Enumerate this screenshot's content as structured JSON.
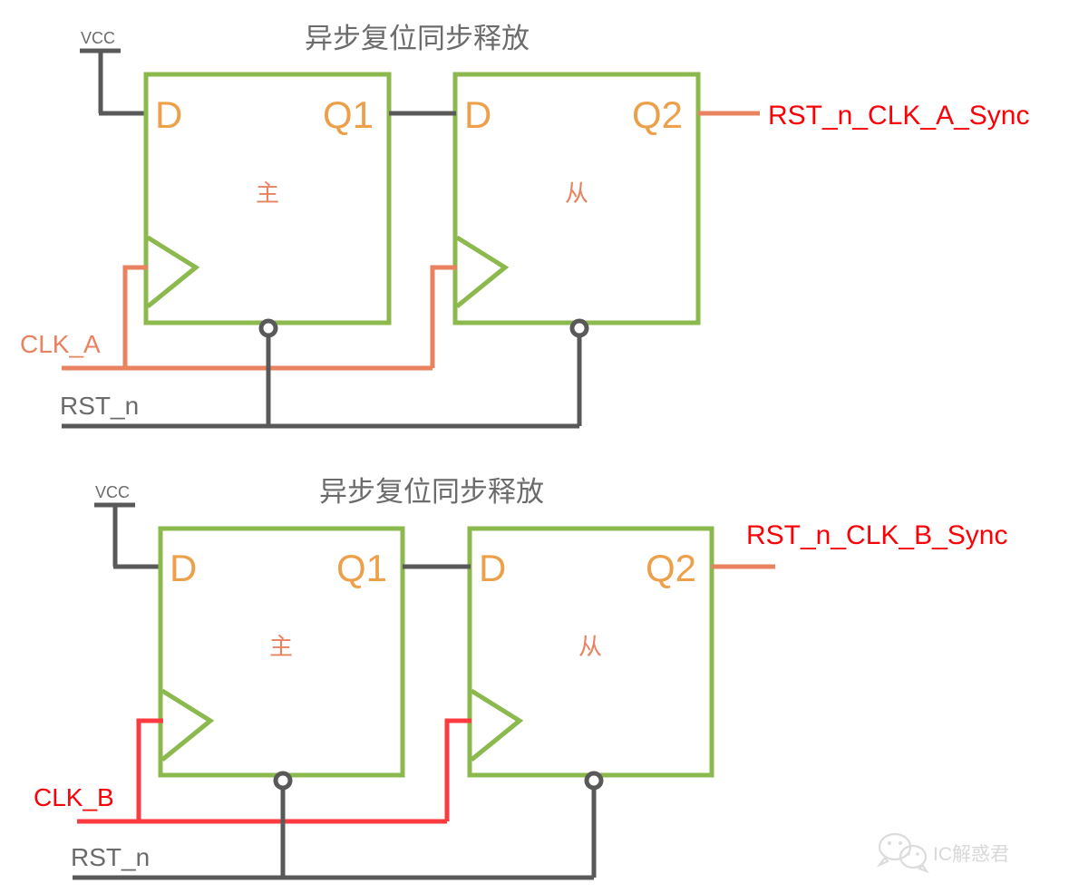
{
  "diagram": {
    "type": "digital-logic-schematic",
    "description": "Asynchronous reset synchronous release two-stage flip-flop synchronizer, drawn twice for clock domain A and clock domain B",
    "watermark": {
      "label": "IC解惑君",
      "icon": "wechat-icon"
    },
    "colors": {
      "box_outline": "#8cb94e",
      "port_label": "#eda04a",
      "cjk_label": "#e8825f",
      "wire_gray": "#595959",
      "wire_salmon": "#e8825f",
      "wire_red": "#fb3b40",
      "sync_label": "#fb0007",
      "title": "#6b6b6b",
      "background": "#ffffff"
    },
    "sections": [
      {
        "id": "clk-a",
        "title": "异步复位同步释放",
        "power_label": "VCC",
        "clock_label": "CLK_A",
        "reset_label": "RST_n",
        "output_label": "RST_n_CLK_A_Sync",
        "clock_color": "#e8825f",
        "output_wire_color": "#e8825f",
        "flipflops": [
          {
            "id": "ff-a1",
            "input_port": "D",
            "output_port": "Q1",
            "body_label": "主"
          },
          {
            "id": "ff-a2",
            "input_port": "D",
            "output_port": "Q2",
            "body_label": "从"
          }
        ]
      },
      {
        "id": "clk-b",
        "title": "异步复位同步释放",
        "power_label": "VCC",
        "clock_label": "CLK_B",
        "reset_label": "RST_n",
        "output_label": "RST_n_CLK_B_Sync",
        "clock_color": "#fb3b40",
        "output_wire_color": "#e8825f",
        "flipflops": [
          {
            "id": "ff-b1",
            "input_port": "D",
            "output_port": "Q1",
            "body_label": "主"
          },
          {
            "id": "ff-b2",
            "input_port": "D",
            "output_port": "Q2",
            "body_label": "从"
          }
        ]
      }
    ]
  }
}
